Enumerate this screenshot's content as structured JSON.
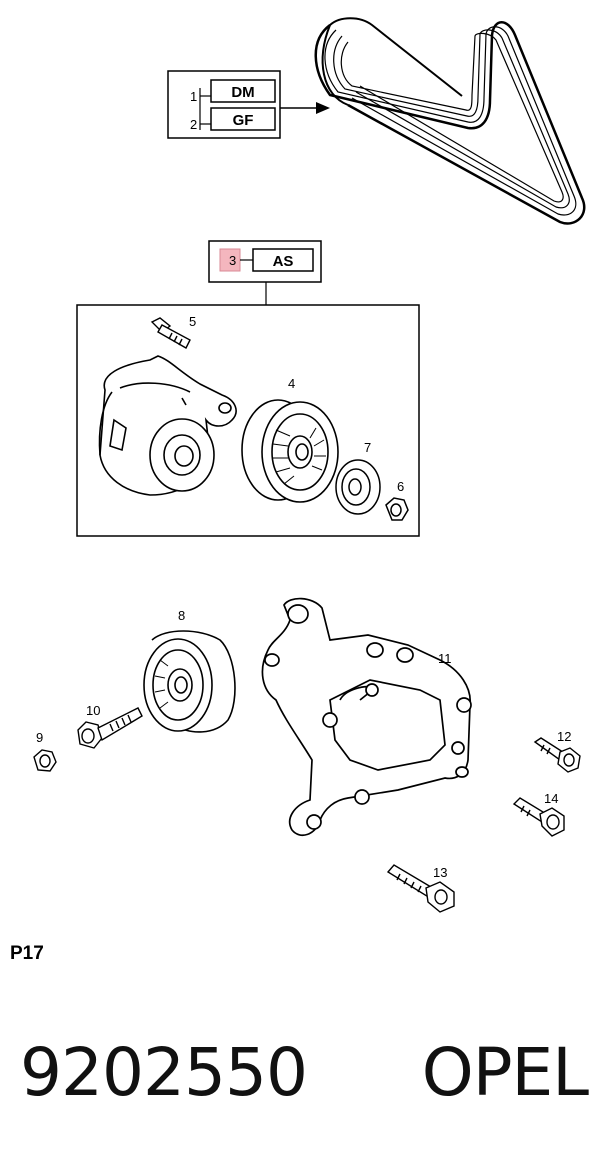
{
  "callouts": {
    "c1": "1",
    "c2": "2",
    "c3": "3",
    "c4": "4",
    "c5": "5",
    "c6": "6",
    "c7": "7",
    "c8": "8",
    "c9": "9",
    "c10": "10",
    "c11": "11",
    "c12": "12",
    "c13": "13",
    "c14": "14"
  },
  "codes": {
    "dm": "DM",
    "gf": "GF",
    "as": "AS"
  },
  "highlight_color": "#f4b6be",
  "page_code": "P17",
  "footer": {
    "part_number": "9202550",
    "brand": "OPEL"
  }
}
